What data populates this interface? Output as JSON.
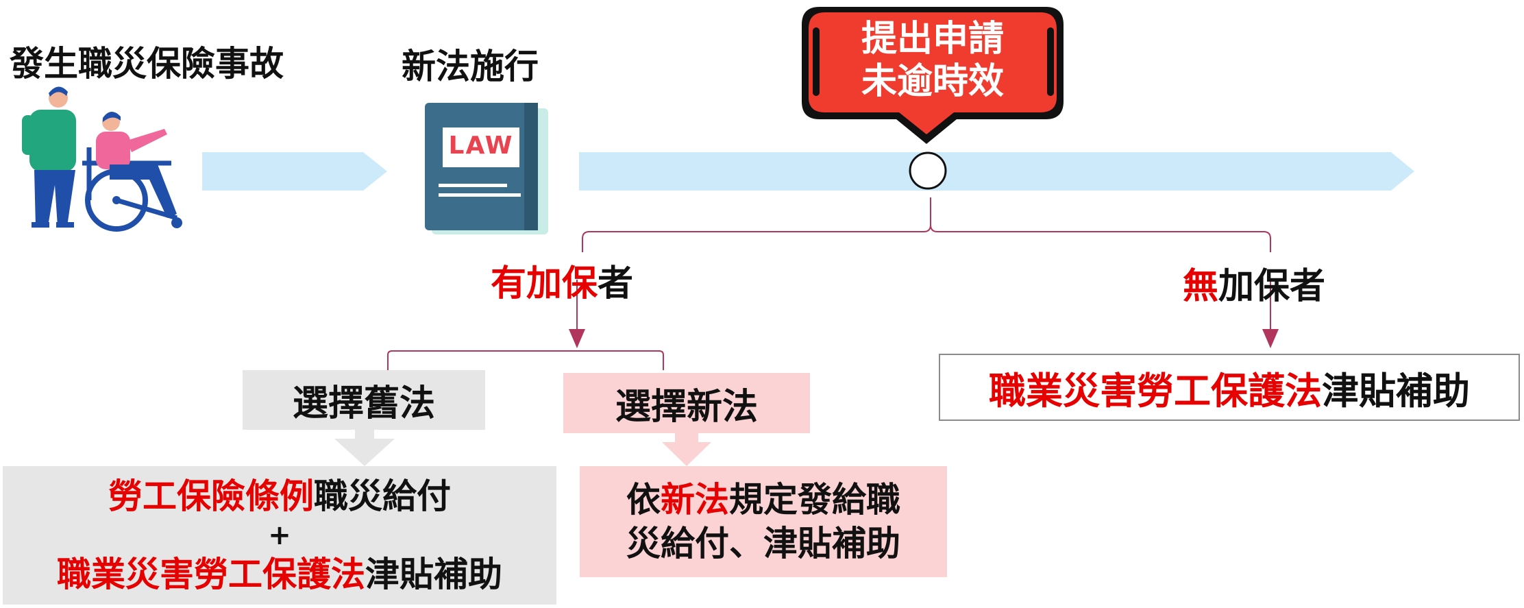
{
  "timeline": {
    "event_label": "發生職災保險事故",
    "law_label": "新法施行",
    "law_book_text": "LAW",
    "callout_line1": "提出申請",
    "callout_line2": "未逾時效"
  },
  "branches": {
    "insured": {
      "highlight": "有加保",
      "rest": "者"
    },
    "uninsured": {
      "highlight": "無",
      "rest": "加保者"
    }
  },
  "options": {
    "old_law": "選擇舊法",
    "new_law": "選擇新法"
  },
  "results": {
    "old": {
      "line1_highlight": "勞工保險條例",
      "line1_rest": "職災給付",
      "plus": "+",
      "line3_highlight": "職業災害勞工保護法",
      "line3_rest": "津貼補助"
    },
    "new": {
      "line1_pre": "依",
      "line1_highlight": "新法",
      "line1_rest": "規定發給職",
      "line2": "災給付、津貼補助"
    },
    "uninsured": {
      "highlight": "職業災害勞工保護法",
      "rest": "津貼補助"
    }
  },
  "colors": {
    "arrow_fill": "#cdeafb",
    "connector": "#b0365e",
    "red": "#e60000",
    "callout_red": "#f03c2e",
    "gray_box": "#e6e6e6",
    "pink_box": "#fbd3d5"
  }
}
